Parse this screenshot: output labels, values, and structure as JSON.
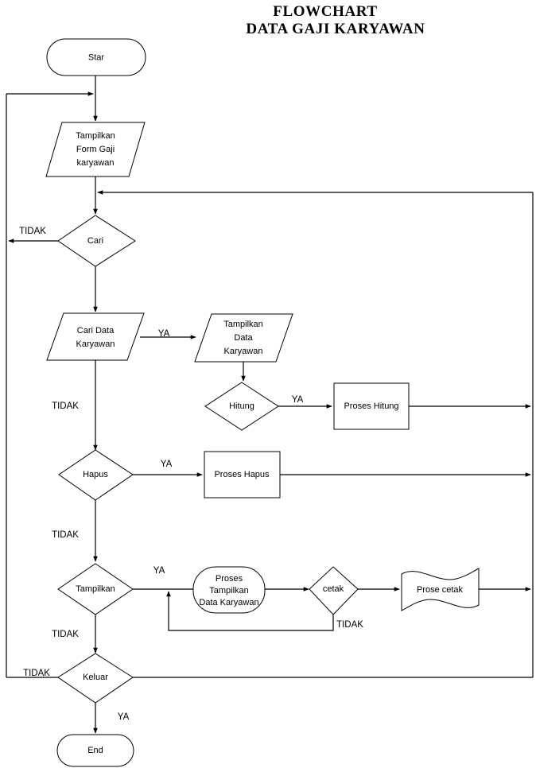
{
  "title": {
    "line1": "FLOWCHART",
    "line2": "DATA GAJI KARYAWAN"
  },
  "nodes": {
    "start": {
      "label": "Star",
      "shape": "terminator"
    },
    "form_gaji": {
      "label_1": "Tampilkan",
      "label_2": "Form Gaji",
      "label_3": "karyawan",
      "shape": "data-parallelogram"
    },
    "cari": {
      "label": "Cari",
      "shape": "decision"
    },
    "cari_data": {
      "label_1": "Cari Data",
      "label_2": "Karyawan",
      "shape": "data-parallelogram"
    },
    "tampilkan_data": {
      "label_1": "Tampilkan",
      "label_2": "Data",
      "label_3": "Karyawan",
      "shape": "data-parallelogram"
    },
    "hitung": {
      "label": "Hitung",
      "shape": "decision"
    },
    "proses_hitung": {
      "label": "Proses Hitung",
      "shape": "process"
    },
    "hapus": {
      "label": "Hapus",
      "shape": "decision"
    },
    "proses_hapus": {
      "label": "Proses Hapus",
      "shape": "process"
    },
    "tampilkan": {
      "label": "Tampilkan",
      "shape": "decision"
    },
    "proses_tampilkan": {
      "label_1": "Proses",
      "label_2": "Tampilkan",
      "label_3": "Data Karyawan",
      "shape": "rounded-process"
    },
    "cetak": {
      "label": "cetak",
      "shape": "decision"
    },
    "prose_cetak": {
      "label": "Prose cetak",
      "shape": "document-wave"
    },
    "keluar": {
      "label": "Keluar",
      "shape": "decision"
    },
    "end": {
      "label": "End",
      "shape": "terminator"
    }
  },
  "edge_labels": {
    "cari_tidak": "TIDAK",
    "cari_data_ya": "YA",
    "cari_data_tidak": "TIDAK",
    "hitung_ya": "YA",
    "hapus_ya": "YA",
    "hapus_tidak": "TIDAK",
    "tampilkan_ya": "YA",
    "tampilkan_tidak": "TIDAK",
    "cetak_tidak": "TIDAK",
    "keluar_tidak": "TIDAK",
    "keluar_ya": "YA"
  },
  "colors": {
    "stroke": "#000000",
    "fill": "#ffffff",
    "text": "#000000",
    "background": "#ffffff"
  }
}
